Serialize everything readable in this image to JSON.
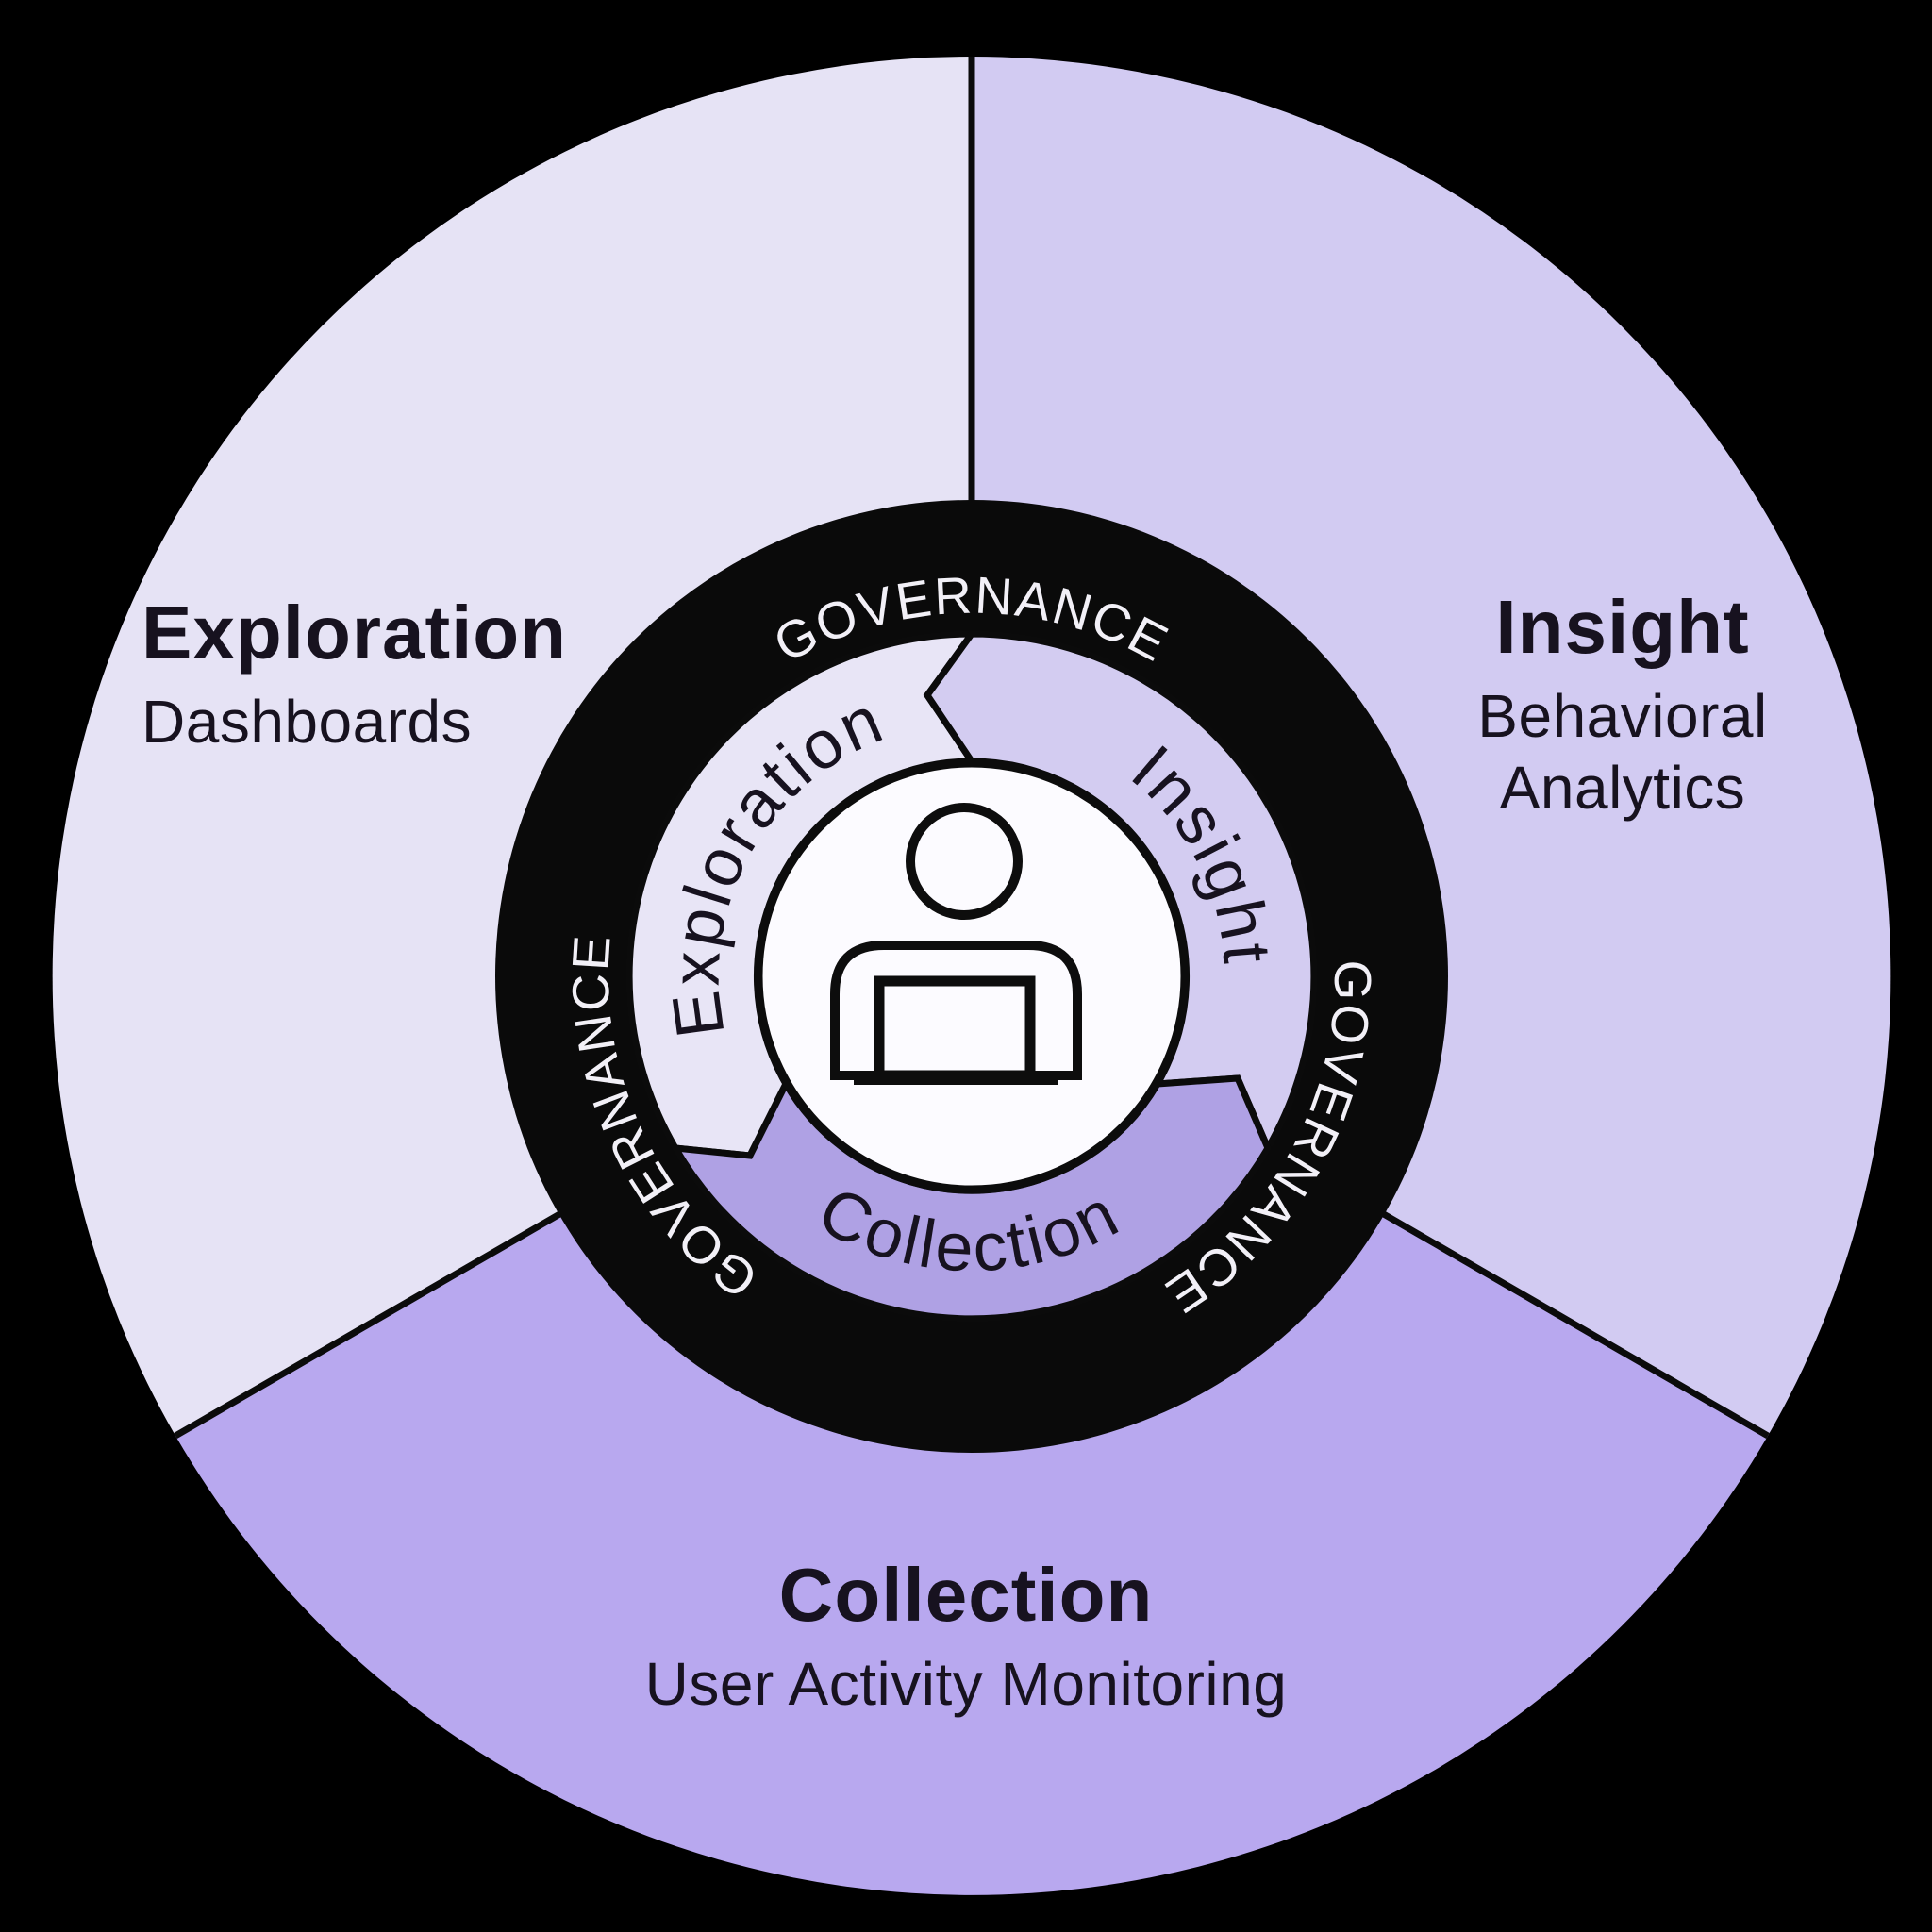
{
  "diagram": {
    "background": "#000000",
    "ring_color": "#0A0A0A",
    "outline_color": "#0C0C0C",
    "text_color": "#17121F",
    "governance_text_color": "#F2F0F7",
    "center": {
      "icon": "person-at-computer",
      "fill": "#FCFBFF"
    },
    "governance": {
      "top": "GOVERNANCE",
      "left": "GOVERNANCE",
      "right": "GOVERNANCE"
    },
    "segments": {
      "exploration": {
        "inner_label": "Exploration",
        "title": "Exploration",
        "subtitle": "Dashboards",
        "outer_color": "#E6E3F5",
        "inner_color": "#E8E5F6"
      },
      "insight": {
        "inner_label": "Insight",
        "title": "Insight",
        "subtitle": "Behavioral Analytics",
        "outer_color": "#D2CBF2",
        "inner_color": "#D3CCF1"
      },
      "collection": {
        "inner_label": "Collection",
        "title": "Collection",
        "subtitle": "User Activity Monitoring",
        "outer_color": "#B8A8EF",
        "inner_color": "#AFA1E4"
      }
    }
  }
}
